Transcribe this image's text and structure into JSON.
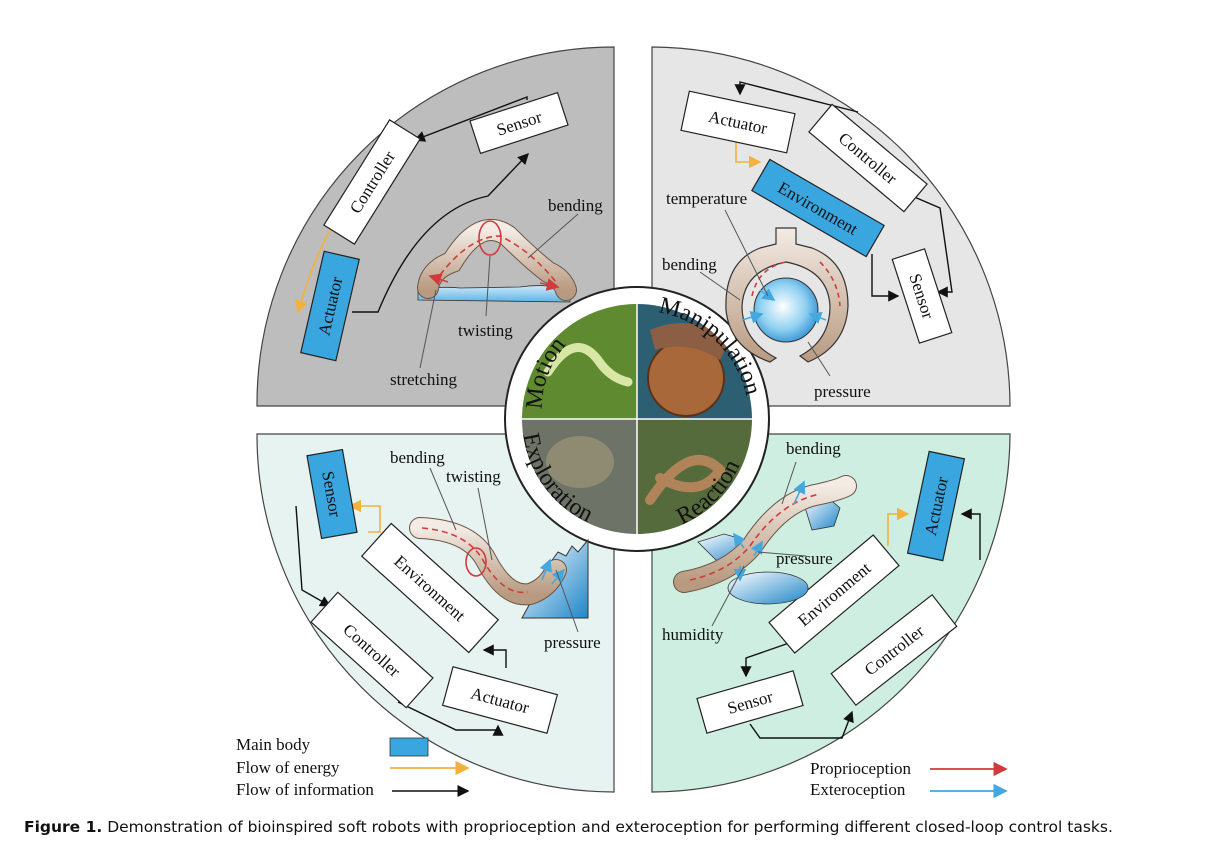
{
  "quadrants": {
    "motion": {
      "title": "Motion",
      "blocks": {
        "sensor": "Sensor",
        "controller": "Controller",
        "actuator": "Actuator"
      },
      "annotations": {
        "bending": "bending",
        "twisting": "twisting",
        "stretching": "stretching"
      }
    },
    "manipulation": {
      "title": "Manipulation",
      "blocks": {
        "actuator": "Actuator",
        "controller": "Controller",
        "environment": "Environment",
        "sensor": "Sensor"
      },
      "annotations": {
        "temperature": "temperature",
        "bending": "bending",
        "pressure": "pressure"
      }
    },
    "exploration": {
      "title": "Exploration",
      "blocks": {
        "sensor": "Sensor",
        "environment": "Environment",
        "controller": "Controller",
        "actuator": "Actuator"
      },
      "annotations": {
        "bending": "bending",
        "twisting": "twisting",
        "pressure": "pressure"
      }
    },
    "reaction": {
      "title": "Reaction",
      "blocks": {
        "actuator": "Actuator",
        "environment": "Environment",
        "controller": "Controller",
        "sensor": "Sensor"
      },
      "annotations": {
        "bending": "bending",
        "pressure": "pressure",
        "humidity": "humidity"
      }
    }
  },
  "legend": {
    "main_body": "Main body",
    "flow_energy": "Flow of energy",
    "flow_information": "Flow of information",
    "proprioception": "Proprioception",
    "exteroception": "Exteroception"
  },
  "colors": {
    "motion_bg": "#bdbdbd",
    "manipulation_bg": "#e6e6e6",
    "exploration_bg": "#e6f3f0",
    "reaction_bg": "#cdeee0",
    "main_body": "#3aa6e0",
    "energy": "#f3b13d",
    "information": "#111111",
    "proprioception": "#d03c3c",
    "exteroception": "#43a7e0"
  },
  "caption": {
    "label": "Figure 1.",
    "text": "Demonstration of bioinspired soft robots with proprioception and exteroception for performing different closed-loop control tasks."
  }
}
